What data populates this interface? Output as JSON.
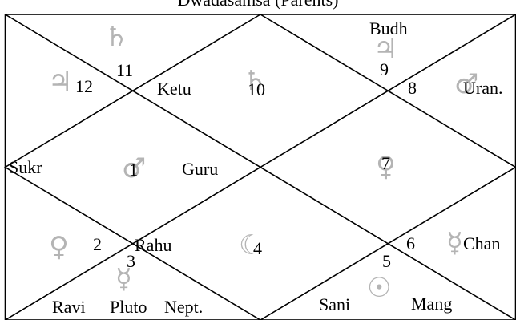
{
  "title": "Dwadasamsa (Parents)",
  "houses": {
    "h1": "1",
    "h2": "2",
    "h3": "3",
    "h4": "4",
    "h5": "5",
    "h6": "6",
    "h7": "7",
    "h8": "8",
    "h9": "9",
    "h10": "10",
    "h11": "11",
    "h12": "12"
  },
  "planets": {
    "budh": "Budh",
    "ketu": "Ketu",
    "uran": "Uran.",
    "sukr": "Sukr",
    "guru": "Guru",
    "rahu": "Rahu",
    "chan": "Chan",
    "ravi": "Ravi",
    "pluto": "Pluto",
    "nept": "Nept.",
    "sani": "Sani",
    "mang": "Mang"
  },
  "sign_symbols": {
    "saturn_a": "♄",
    "jupiter_a": "♃",
    "saturn_b": "♄",
    "jupiter_b": "♃",
    "mars_a": "♂",
    "mars_b": "♂",
    "venus_a": "♀",
    "venus_b": "♀",
    "moon": "☾",
    "mercury_a": "☿",
    "mercury_b": "☿",
    "sun": "☉"
  }
}
